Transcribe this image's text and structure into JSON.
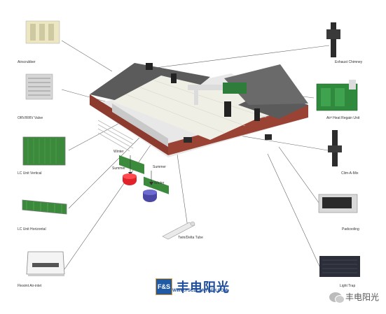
{
  "labels": {
    "airscrubber": "Airscrubber",
    "orv_rrv_valve": "ORV/RRV Valve",
    "lc_unit_vertical": "LC Unit Vertical",
    "lc_unit_horizontal": "LC Unit Horizontal",
    "fleximt_air_inlet": "Fleximt Air-inlet",
    "exhaust_chimney": "Exhaust Chimney",
    "heat_regain_unit": "Air³ Heat Regain Unit",
    "clim_a_mix": "Clim-A-Mix",
    "padcooling": "Padcooling",
    "light_trap": "Light Trap",
    "twin_delta_tube": "Twin/Delta Tube",
    "winter_1": "Winter",
    "summer_1": "Summer",
    "summer_2": "Summer",
    "winter_2": "Winter"
  },
  "brand": {
    "logo": "F&S",
    "name_cn": "丰电阳光",
    "url": "WWW.FSCLEANTECH.COM"
  },
  "watermark": {
    "text": "丰电阳光"
  }
}
